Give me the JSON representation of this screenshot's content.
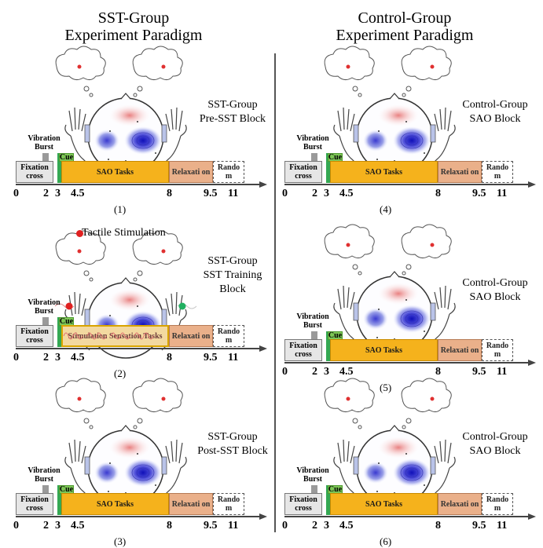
{
  "titles": {
    "left_line1": "SST-Group",
    "left_line2": "Experiment Paradigm",
    "right_line1": "Control-Group",
    "right_line2": "Experiment Paradigm"
  },
  "timeline": {
    "vibration": "Vibration Burst",
    "fixation": "Fixation cross",
    "cue": "Cue",
    "sao": "SAO Tasks",
    "stim": "Stimulation Sensation Tasks",
    "relax": "Relaxati on",
    "rand": "Rando m",
    "ticks": [
      "0",
      "2",
      "3",
      "4.5",
      "8",
      "9.5",
      "11"
    ]
  },
  "tactile_label": "Tactile Stimulation",
  "panels": [
    {
      "id": "1",
      "caption": "(1)",
      "label1": "SST-Group",
      "label2": "Pre-SST Block",
      "label3": ""
    },
    {
      "id": "2",
      "caption": "(2)",
      "label1": "SST-Group",
      "label2": "SST Training",
      "label3": "Block"
    },
    {
      "id": "3",
      "caption": "(3)",
      "label1": "SST-Group",
      "label2": "Post-SST Block",
      "label3": ""
    },
    {
      "id": "4",
      "caption": "(4)",
      "label1": "Control-Group",
      "label2": "SAO Block",
      "label3": ""
    },
    {
      "id": "5",
      "caption": "(5)",
      "label1": "Control-Group",
      "label2": "SAO Block",
      "label3": ""
    },
    {
      "id": "6",
      "caption": "(6)",
      "label1": "Control-Group",
      "label2": "SAO Block",
      "label3": ""
    }
  ],
  "colors": {
    "fixation": "#e6e6e6",
    "cue": "#7cc655",
    "sao": "#f5b21c",
    "relax": "#eab08a",
    "rand": "#ffffff",
    "axis": "#444444",
    "stim_dot": "#e02020",
    "stim_dot_right": "#20b060"
  }
}
